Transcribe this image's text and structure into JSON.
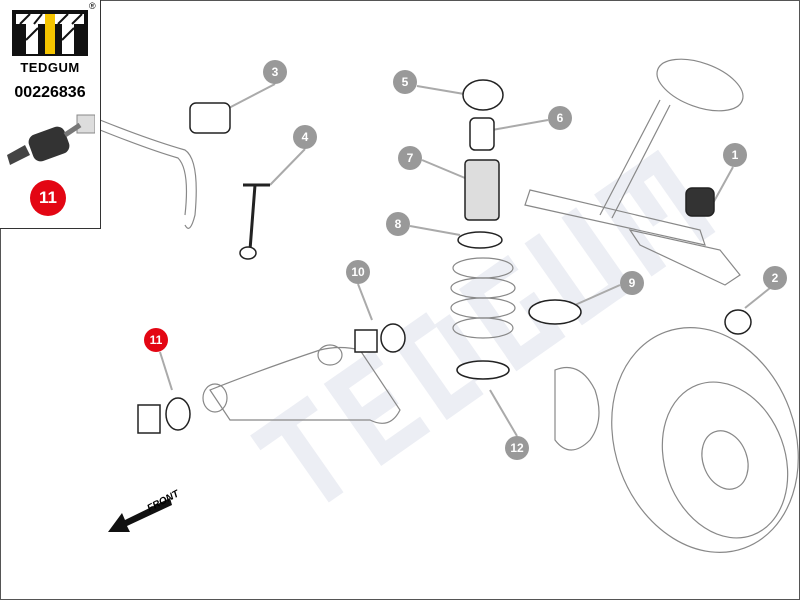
{
  "brand": {
    "name": "TEDGUM",
    "registered": "®",
    "part_number": "00226836",
    "highlight_callout": "11"
  },
  "watermark": "TEDGUM",
  "direction_label": "FRONT",
  "callouts": [
    "1",
    "2",
    "3",
    "4",
    "5",
    "6",
    "7",
    "8",
    "9",
    "10",
    "11",
    "12"
  ],
  "colors": {
    "accent": "#e30613",
    "callout": "#999999",
    "logo_yellow": "#f5c400"
  }
}
